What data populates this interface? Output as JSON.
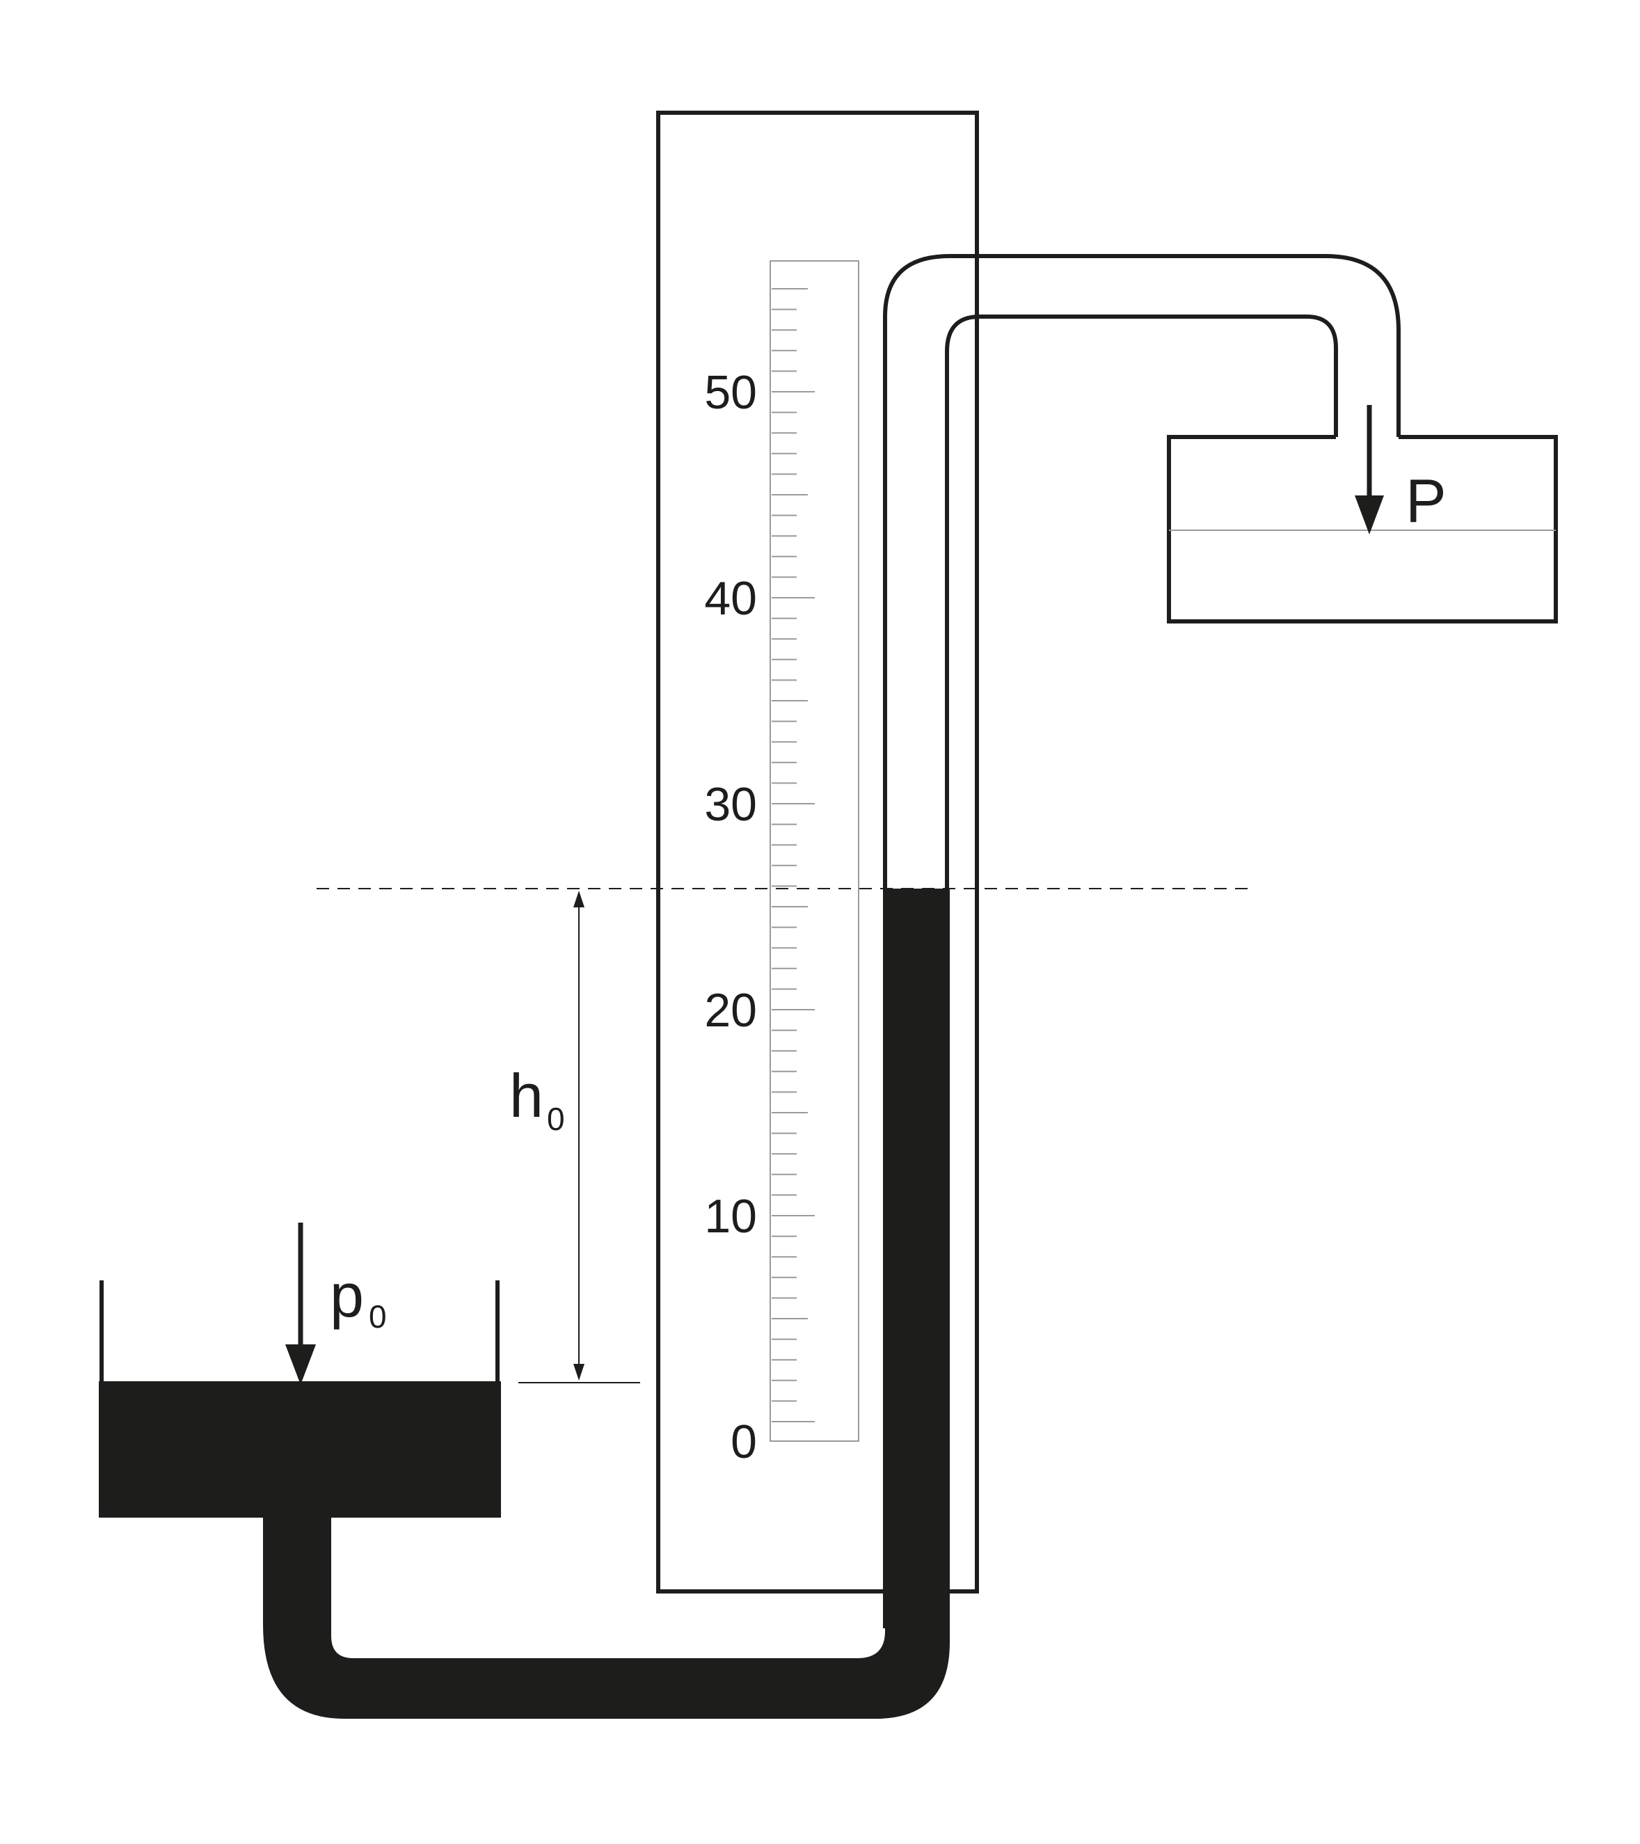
{
  "colors": {
    "ink": "#1d1d1b",
    "liquid": "#1d1d1b",
    "scale_line": "#9a9a9a",
    "background": "#ffffff"
  },
  "scale": {
    "min": 0,
    "max": 55,
    "minor_step": 1,
    "major_step": 10,
    "labels": [
      "0",
      "10",
      "20",
      "30",
      "40",
      "50"
    ]
  },
  "liquid_column": {
    "reservoir_level": 2,
    "tube_level": 26
  },
  "labels": {
    "h_symbol": "h",
    "h_subscript": "0",
    "p0_symbol": "p",
    "p0_subscript": "0",
    "P_symbol": "P"
  }
}
